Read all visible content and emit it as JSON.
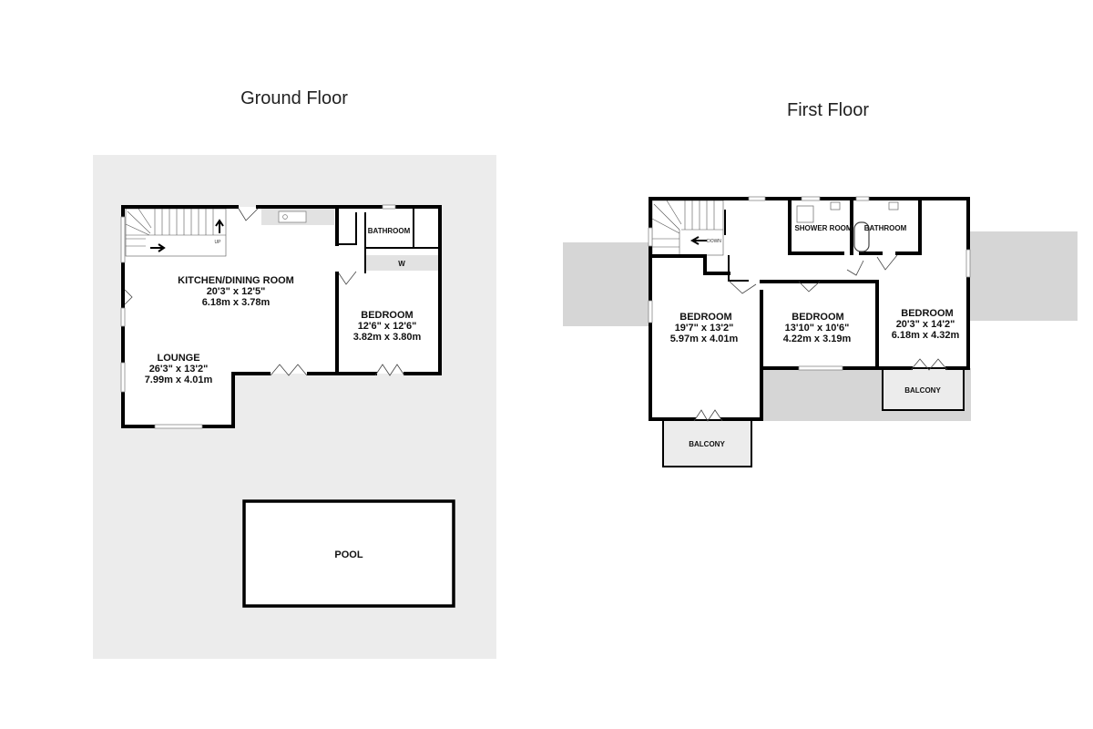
{
  "ground_floor": {
    "title": "Ground Floor",
    "kitchen": {
      "name": "KITCHEN/DINING ROOM",
      "imperial": "20'3\"  x 12'5\"",
      "metric": "6.18m  x 3.78m"
    },
    "lounge": {
      "name": "LOUNGE",
      "imperial": "26'3\"  x 13'2\"",
      "metric": "7.99m  x 4.01m"
    },
    "bedroom": {
      "name": "BEDROOM",
      "imperial": "12'6\"  x 12'6\"",
      "metric": "3.82m  x 3.80m"
    },
    "bathroom": {
      "name": "BATHROOM"
    },
    "wardrobe": {
      "name": "W"
    },
    "stairs_label": "UP",
    "pool": {
      "name": "POOL"
    }
  },
  "first_floor": {
    "title": "First Floor",
    "bedroom_left": {
      "name": "BEDROOM",
      "imperial": "19'7\"  x 13'2\"",
      "metric": "5.97m  x 4.01m"
    },
    "bedroom_middle": {
      "name": "BEDROOM",
      "imperial": "13'10\"  x 10'6\"",
      "metric": "4.22m  x 3.19m"
    },
    "bedroom_right": {
      "name": "BEDROOM",
      "imperial": "20'3\"  x 14'2\"",
      "metric": "6.18m  x 4.32m"
    },
    "shower_room": {
      "name": "SHOWER ROOM"
    },
    "bathroom": {
      "name": "BATHROOM"
    },
    "balcony_left": {
      "name": "BALCONY"
    },
    "balcony_right": {
      "name": "BALCONY"
    },
    "stairs_label": "DOWN"
  }
}
